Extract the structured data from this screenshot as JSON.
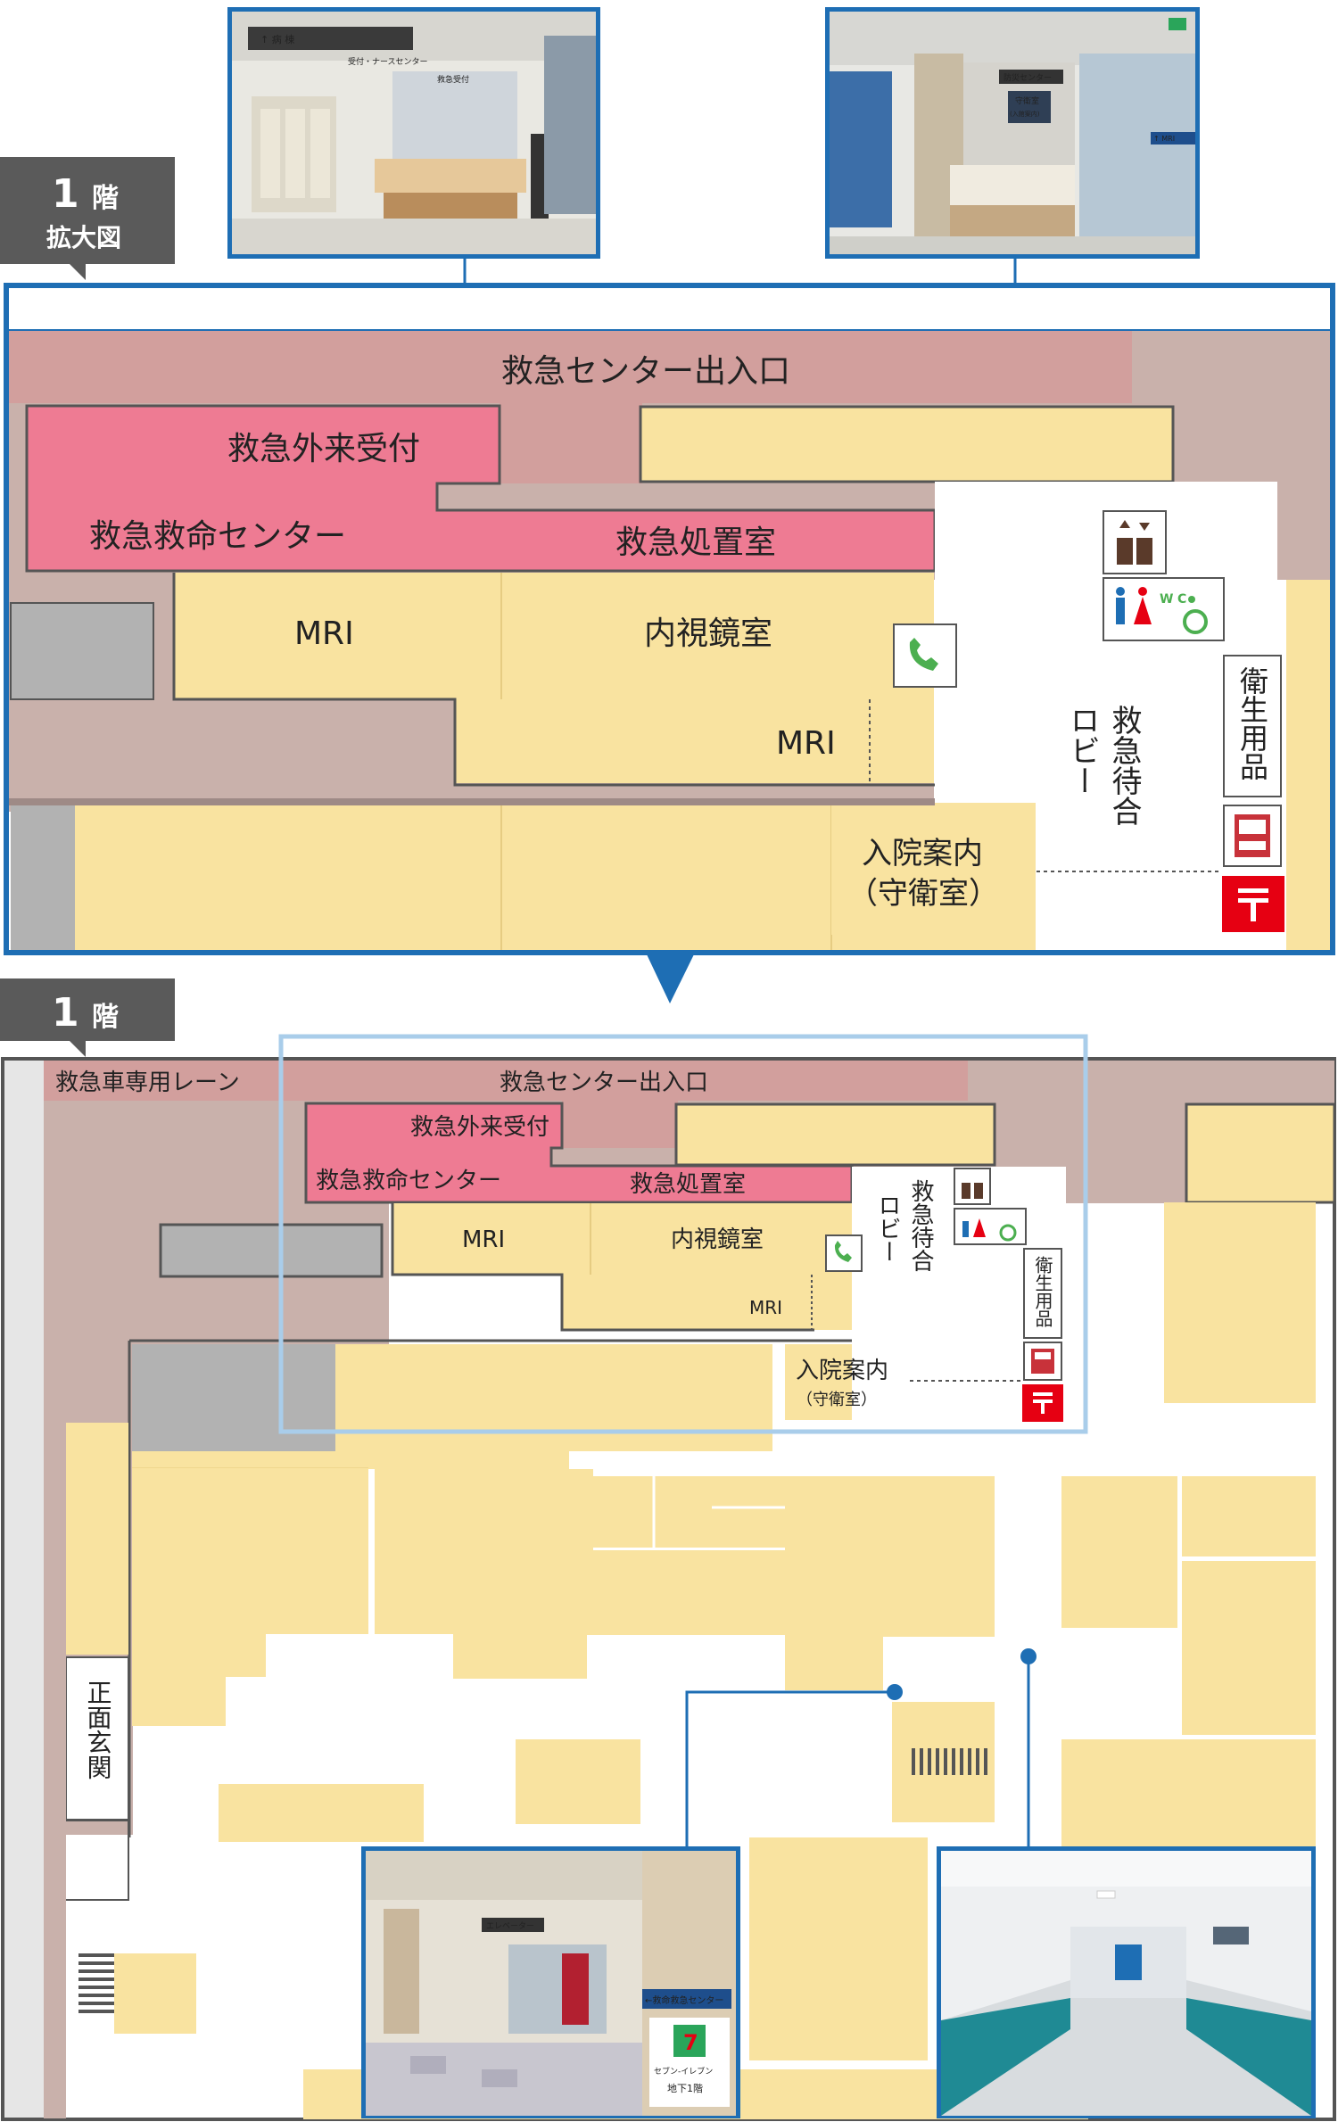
{
  "badges": {
    "enlarged_floor": "1",
    "enlarged_floor_suffix": "階",
    "enlarged_caption": "拡大図",
    "overview_floor": "1",
    "overview_floor_suffix": "階"
  },
  "enlarged": {
    "center_entrance": "救急センター出入口",
    "er_reception": "救急外来受付",
    "er_center": "救急救命センター",
    "treatment_room": "救急処置室",
    "mri_1": "MRI",
    "endoscopy": "内視鏡室",
    "mri_2": "MRI",
    "admission_1": "入院案内",
    "admission_2": "（守衛室）",
    "waiting_lobby_col1": "救急待合",
    "waiting_lobby_col2": "ロビー",
    "sanitary": "衛生用品"
  },
  "overview": {
    "ambulance_lane": "救急車専用レーン",
    "center_entrance": "救急センター出入口",
    "er_reception": "救急外来受付",
    "er_center": "救急救命センター",
    "treatment_room": "救急処置室",
    "mri_1": "MRI",
    "endoscopy": "内視鏡室",
    "mri_2": "MRI",
    "waiting_lobby_col1": "救急待合",
    "waiting_lobby_col2": "ロビー",
    "admission_1": "入院案内",
    "admission_2": "（守衛室）",
    "sanitary": "衛生用品",
    "main_entrance": "正面玄関"
  },
  "icons": {
    "elevator": "elevator-icon",
    "restroom": "restroom-icon",
    "phone": "phone-icon",
    "vending": "vending-machine-icon",
    "post": "post-box-icon"
  },
  "photos": {
    "reception_sign_1": "↑ 病 棟",
    "reception_sign_2": "受付・ナースセンター",
    "reception_sign_3": "救急受付",
    "security_sign_1": "防災センター",
    "security_sign_2": "守衛室",
    "security_sign_3": "(入館案内)",
    "security_sign_4": "↑ MRI",
    "lobby_sign_1": "エレベーター",
    "lobby_sign_2": "←救命救急センター",
    "lobby_sign_3": "セブン-イレブン",
    "lobby_sign_4": "地下1階"
  },
  "colors": {
    "pink": "#ee7b93",
    "beige": "#f9e3a0",
    "taupe": "#c9b1ab",
    "dusty_rose": "#d29f9d",
    "gray": "#b2b2b2",
    "blue": "#1e6eb4",
    "light_blue": "#a9cdea",
    "post_red": "#e60012"
  }
}
